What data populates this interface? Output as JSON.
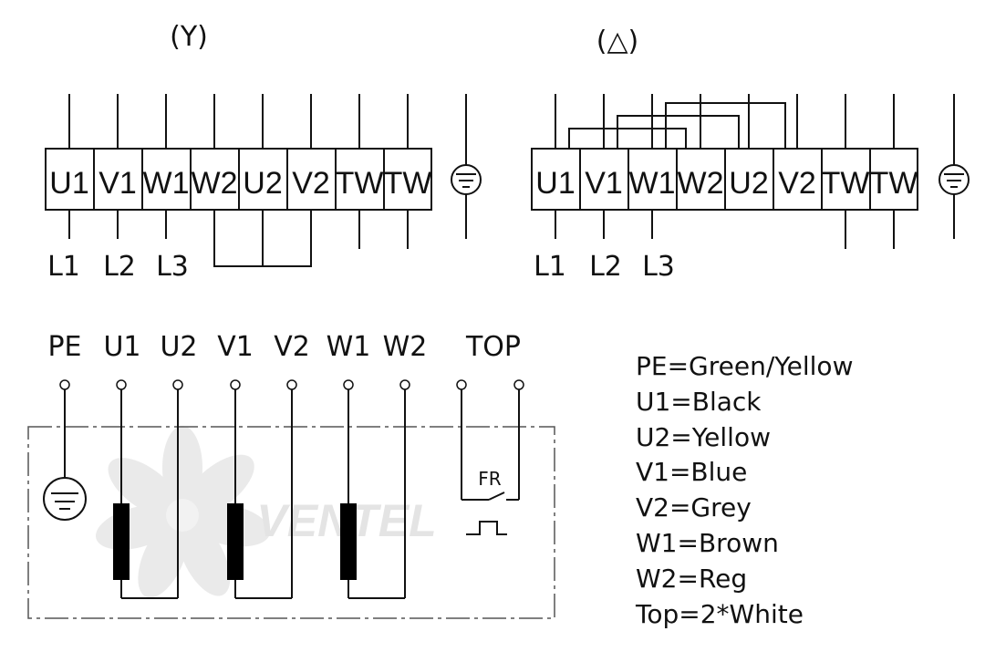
{
  "star": {
    "title": "(Y)",
    "terminals": [
      "U1",
      "V1",
      "W1",
      "W2",
      "U2",
      "V2",
      "TW",
      "TW"
    ],
    "lines": [
      "L1",
      "L2",
      "L3"
    ]
  },
  "delta": {
    "title": "(△)",
    "terminals": [
      "U1",
      "V1",
      "W1",
      "W2",
      "U2",
      "V2",
      "TW",
      "TW"
    ],
    "lines": [
      "L1",
      "L2",
      "L3"
    ]
  },
  "motor": {
    "terminals": [
      "PE",
      "U1",
      "U2",
      "V1",
      "V2",
      "W1",
      "W2"
    ],
    "thermal_label": "TOP",
    "thermal_contact": "FR",
    "watermark": "VENTEL"
  },
  "legend": [
    "PE=Green/Yellow",
    "U1=Black",
    "U2=Yellow",
    "V1=Blue",
    "V2=Grey",
    "W1=Brown",
    "W2=Reg",
    "Top=2*White"
  ]
}
